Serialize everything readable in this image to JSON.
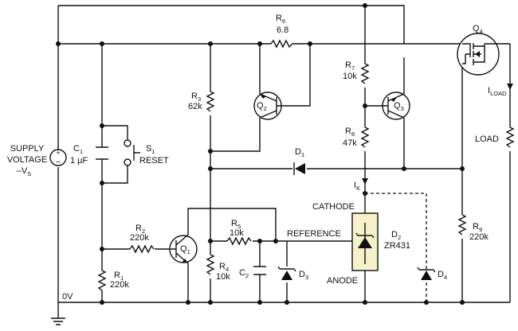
{
  "supply": {
    "line1": "SUPPLY",
    "line2": "VOLTAGE",
    "line3": "–V",
    "line3_sub": "S"
  },
  "ground_label": "0V",
  "c1": {
    "ref": "C",
    "ref_sub": "1",
    "value": "1 μF"
  },
  "s1": {
    "ref": "S",
    "ref_sub": "1",
    "value": "RESET"
  },
  "r1": {
    "ref": "R",
    "ref_sub": "1",
    "value": "220k"
  },
  "r2": {
    "ref": "R",
    "ref_sub": "2",
    "value": "220k"
  },
  "r3": {
    "ref": "R",
    "ref_sub": "3",
    "value": "62k"
  },
  "r4": {
    "ref": "R",
    "ref_sub": "4",
    "value": "10k"
  },
  "r5": {
    "ref": "R",
    "ref_sub": "5",
    "value": "10k"
  },
  "r6": {
    "ref": "R",
    "ref_sub": "6",
    "value": "6.8"
  },
  "r7": {
    "ref": "R",
    "ref_sub": "7",
    "value": "10k"
  },
  "r8": {
    "ref": "R",
    "ref_sub": "8",
    "value": "47k"
  },
  "r9": {
    "ref": "R",
    "ref_sub": "9",
    "value": "220k"
  },
  "c2": {
    "ref": "C",
    "ref_sub": "2"
  },
  "q1": {
    "ref": "Q",
    "ref_sub": "1"
  },
  "q2": {
    "ref": "Q",
    "ref_sub": "2"
  },
  "q3": {
    "ref": "Q",
    "ref_sub": "3"
  },
  "q4": {
    "ref": "Q",
    "ref_sub": "4"
  },
  "d1": {
    "ref": "D",
    "ref_sub": "1"
  },
  "d2": {
    "ref": "D",
    "ref_sub": "2",
    "value": "ZR431",
    "cathode": "CATHODE",
    "anode": "ANODE",
    "reference": "REFERENCE"
  },
  "d3": {
    "ref": "D",
    "ref_sub": "3"
  },
  "d4": {
    "ref": "D",
    "ref_sub": "4"
  },
  "ik": {
    "ref": "I",
    "ref_sub": "K"
  },
  "iload": {
    "ref": "I",
    "ref_sub": "LOAD"
  },
  "load_label": "LOAD",
  "colors": {
    "ink": "#111111",
    "zener_fill": "#f6f1c8",
    "background": "#ffffff"
  }
}
